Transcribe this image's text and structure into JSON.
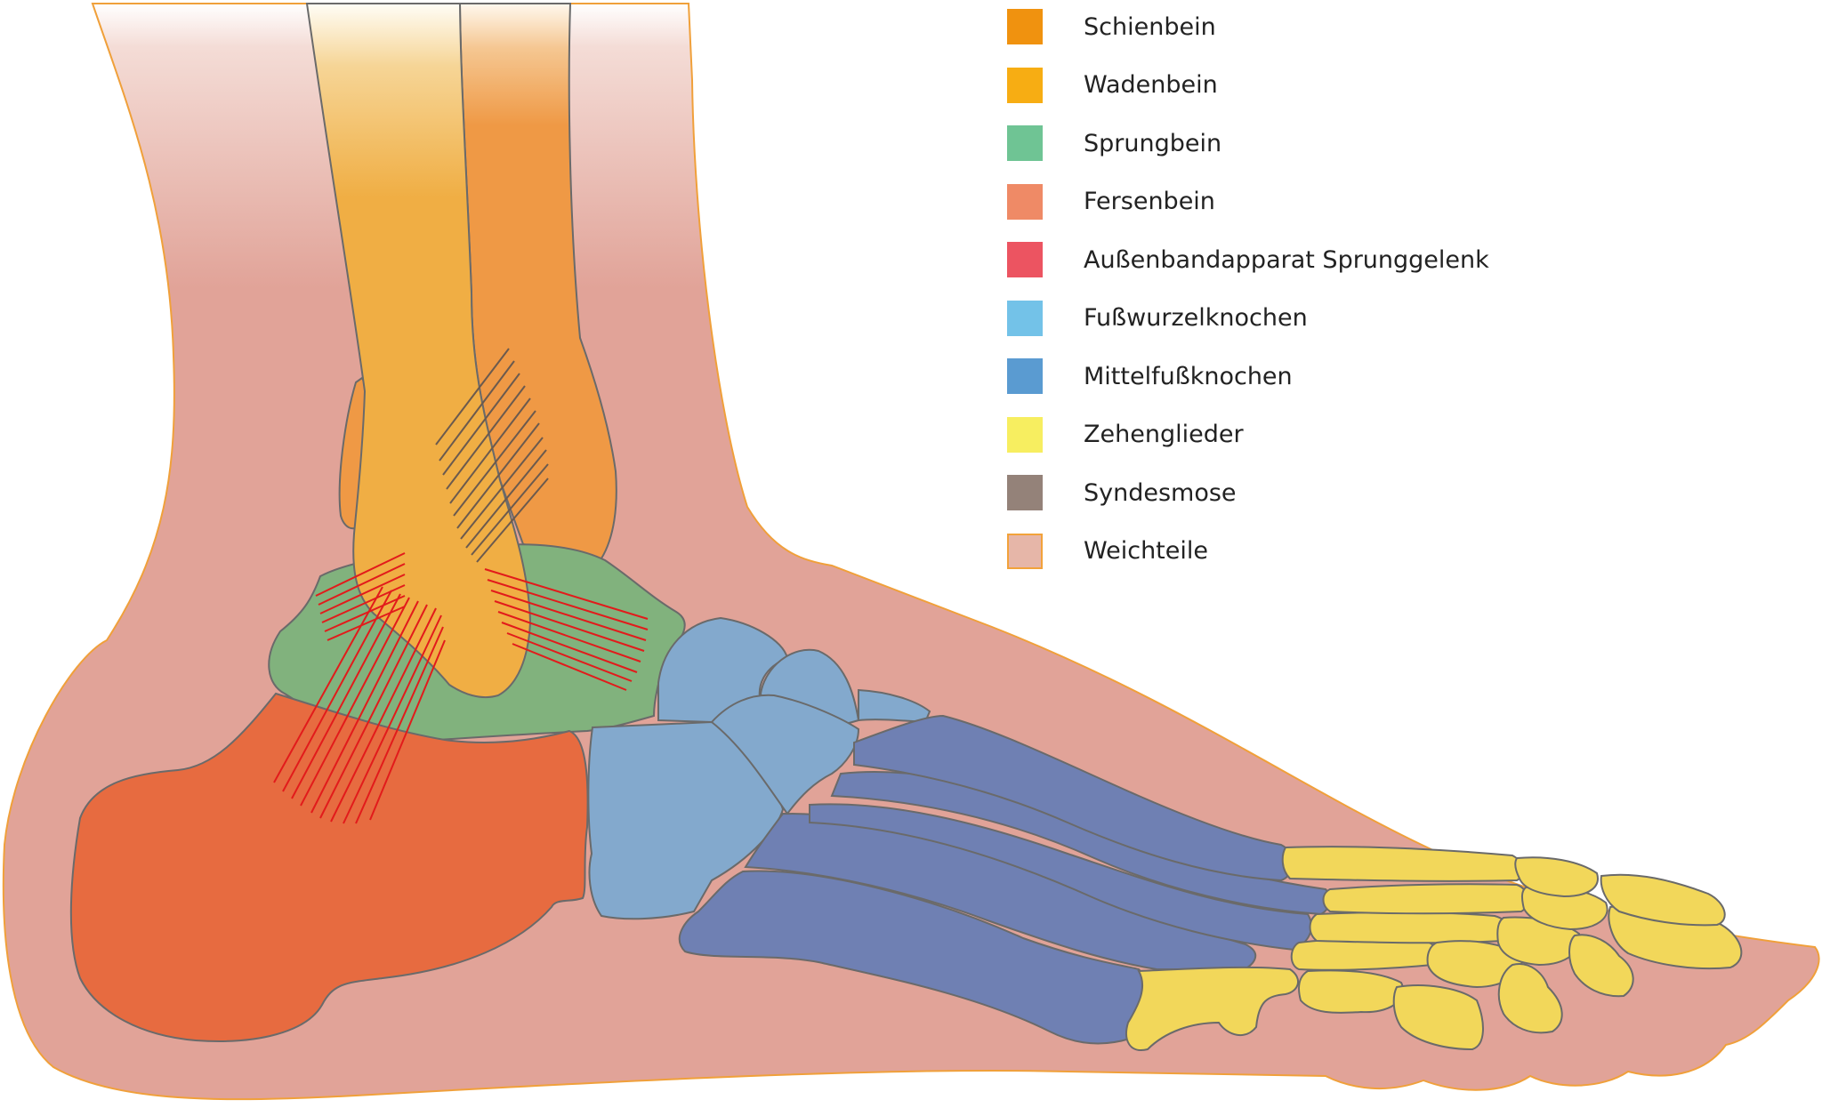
{
  "legend": {
    "items": [
      {
        "label": "Schienbein",
        "color": "#f0920f"
      },
      {
        "label": "Wadenbein",
        "color": "#f7ad13"
      },
      {
        "label": "Sprungbein",
        "color": "#6fc494"
      },
      {
        "label": "Fersenbein",
        "color": "#ef8a66"
      },
      {
        "label": "Außenbandapparat Sprunggelenk",
        "color": "#ec5461"
      },
      {
        "label": "Fußwurzelknochen",
        "color": "#73c2e8"
      },
      {
        "label": "Mittelfußknochen",
        "color": "#5a9bd1"
      },
      {
        "label": "Zehenglieder",
        "color": "#f7ee60"
      },
      {
        "label": "Syndesmose",
        "color": "#948279"
      },
      {
        "label": "Weichteile",
        "color": "#e6b6a8",
        "border": "#f2a23a"
      }
    ]
  },
  "colors": {
    "soft_tissue": "#e1a398",
    "soft_tissue_outline": "#f0a03a",
    "tibia": "#f0ae44",
    "fibula": "#ef9945",
    "talus": "#81b27d",
    "calcaneus": "#e76b40",
    "tarsals": "#83a9cd",
    "metatarsals": "#6f80b3",
    "phalanges": "#f2d75a",
    "ligament": "#e21b1b",
    "syndesmosis": "#6b5a4e",
    "bone_outline": "#6a6a6a"
  }
}
